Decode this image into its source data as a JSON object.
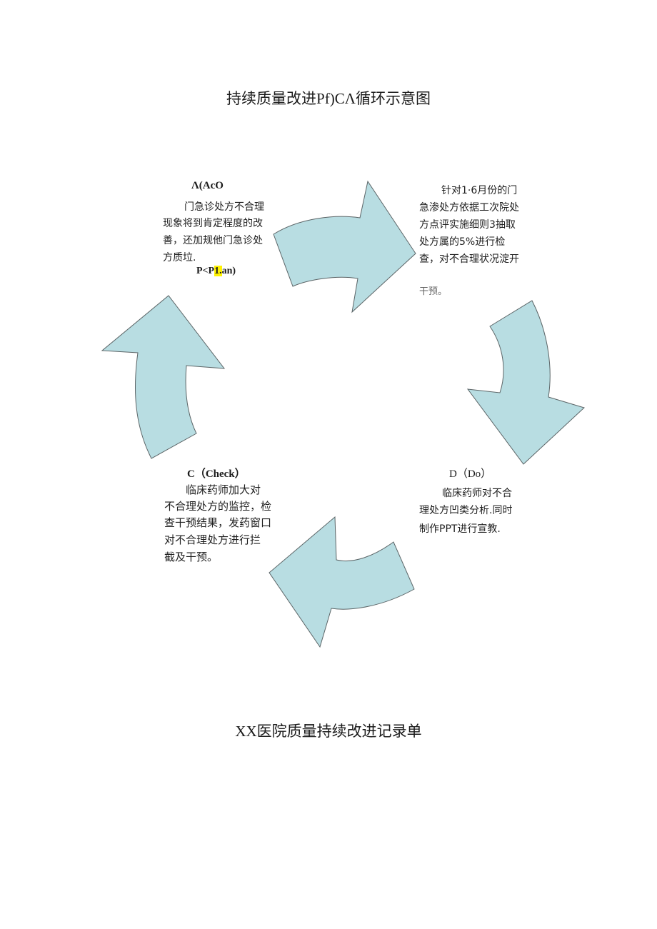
{
  "title": "持续质量改进Pf)CΛ循环示意图",
  "footer": "XX医院质量持续改进记录单",
  "colors": {
    "arrow_fill": "#b8dde2",
    "arrow_stroke": "#5b6466",
    "highlight": "#fff200"
  },
  "stages": {
    "act": {
      "heading": "Λ(AcO",
      "lines": [
        "门急诊处方不合理",
        "现象将到肯定程度的改",
        "善，还加规他门急诊处",
        "方质垃."
      ],
      "plan_heading_pre": "P<P",
      "plan_heading_hl": "1.",
      "plan_heading_post": "an)"
    },
    "plan": {
      "lines": [
        "针对1·6月份的门",
        "急渗处方依据工次院处",
        "方点评实施细则3抽取",
        "处方属的5%进行检",
        "查，对不合理状况淀开"
      ],
      "last_line": "干预。"
    },
    "do": {
      "heading": "D（Do）",
      "lines": [
        "临床药师对不合",
        "理处方凹类分析.同时",
        "制作PPT进行宣教."
      ]
    },
    "check": {
      "heading": "C（Check）",
      "lines": [
        "临床药师加大对",
        "不合理处方的监控，检",
        "查干预结果，发药窗口",
        "对不合理处方进行拦",
        "截及干预。"
      ]
    }
  }
}
